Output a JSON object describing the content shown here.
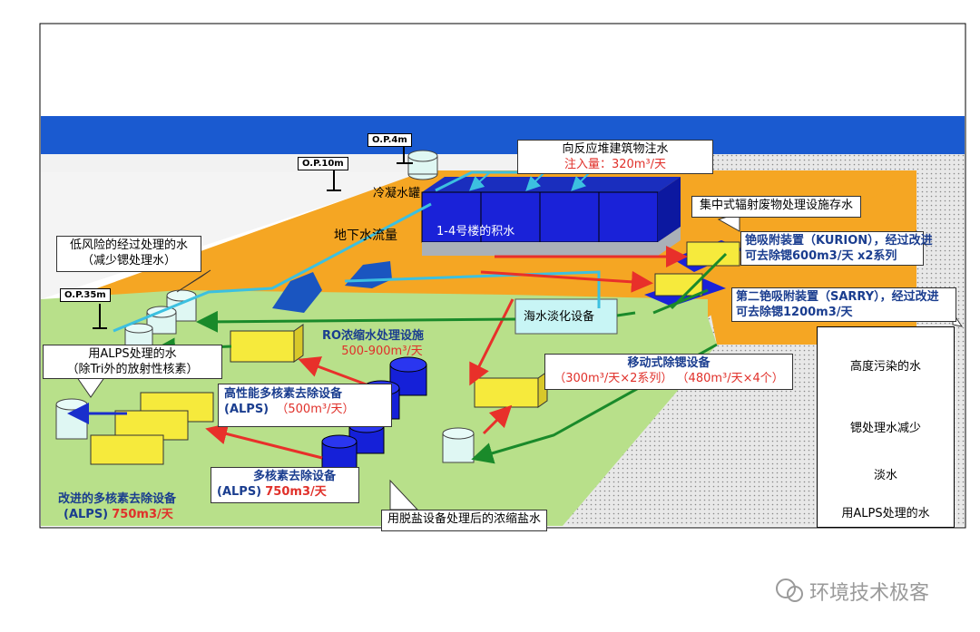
{
  "labels": {
    "groundwater_flow": "地下水流量",
    "buildings_water": "1-4号楼的积水",
    "condensate_tank": "冷凝水罐",
    "desalination": "海水淡化设备",
    "centralized_storage": "集中式辐射废物处理设施存水",
    "ro_treatment": "RO浓缩水处理设施",
    "ro_capacity": "500-900m³/天",
    "mobile_sr": "移动式除锶设备",
    "mobile_sr_capacity": "（300m³/天×2系列） （480m³/天×4个）",
    "hp_alps_name": "高性能多核素去除设备",
    "hp_alps_sub": "(ALPS)",
    "hp_alps_cap": "（500m³/天）",
    "alps_name": "多核素去除设备",
    "alps_sub": "(ALPS)",
    "alps_cap": "750m3/天",
    "imp_alps_name": "改进的多核素去除设备",
    "imp_alps_sub": "(ALPS)",
    "imp_alps_cap": "750m3/天",
    "low_risk_1": "低风险的经过处理的水",
    "low_risk_2": "（减少锶处理水）",
    "alps_water_1": "用ALPS处理的水",
    "alps_water_2": "（除Tri外的放射性核素）",
    "reactor_inject": "向反应堆建筑物注水",
    "inject_amount": "注入量：320m³/天",
    "kurion_1": "铯吸附装置（KURION），经过改进",
    "kurion_2": "可去除锶600m3/天 x2系列",
    "sarry_1": "第二铯吸附装置（SARRY），经过改进",
    "sarry_2": "可去除锶1200m3/天",
    "brine": "用脱盐设备处理后的浓缩盐水",
    "op_4m": "O.P.4m",
    "op_10m": "O.P.10m",
    "op_35m": "O.P.35m"
  },
  "legend": [
    {
      "label": "高度污染的水",
      "color": "#e8302a"
    },
    {
      "label": "锶处理水减少",
      "color": "#1a8a2a"
    },
    {
      "label": "淡水",
      "color": "#3cc0e0"
    },
    {
      "label": "用ALPS处理的水",
      "color": "#1a2ecc"
    }
  ],
  "watermark": "环境技术极客",
  "colors": {
    "sea": "#1a5ad0",
    "site": "#f5a623",
    "green_area": "#b8e08a",
    "box_yellow": "#f6ea3c",
    "tank_blue": "#1520d8"
  }
}
